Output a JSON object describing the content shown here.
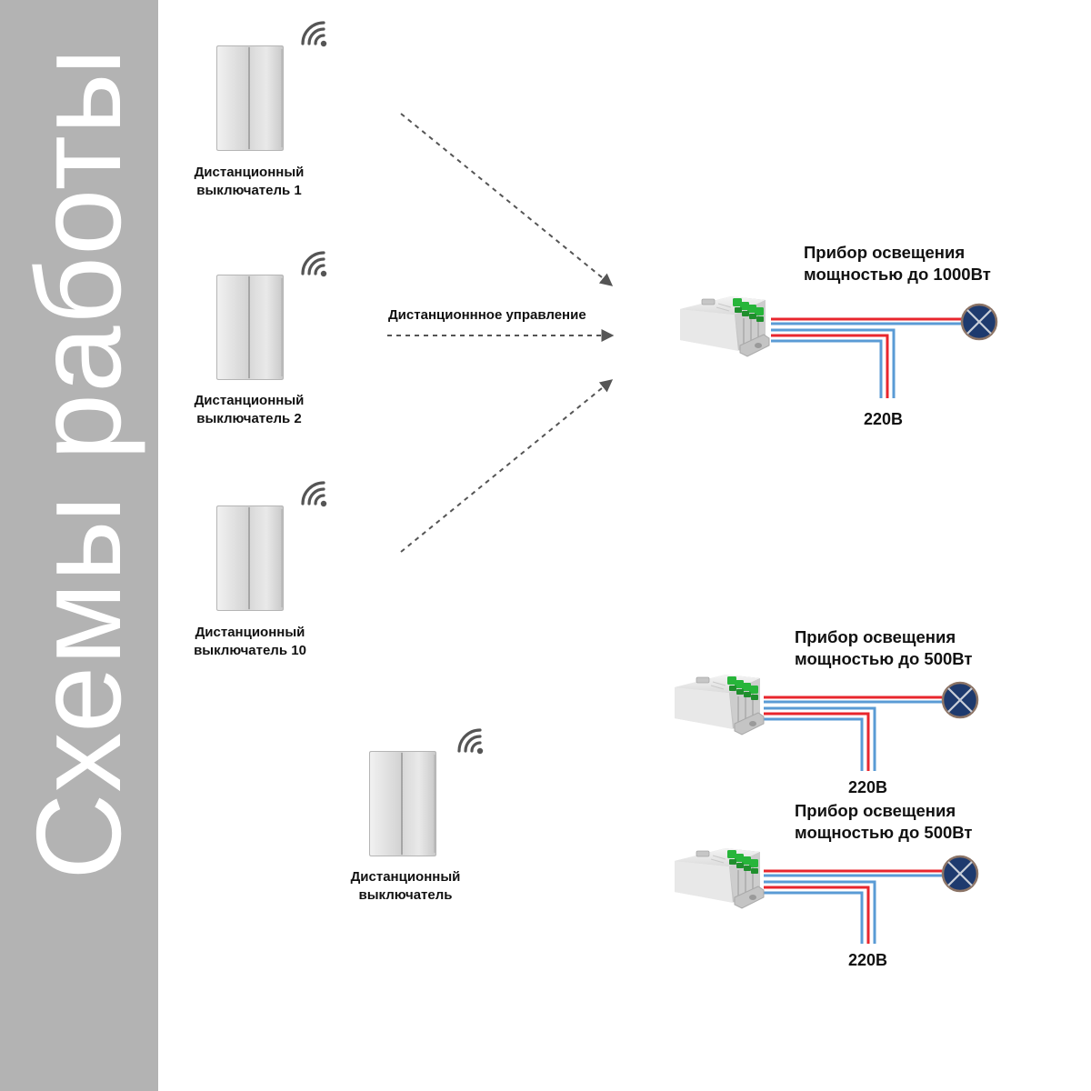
{
  "sidebar": {
    "title": "Схемы работы"
  },
  "switches": [
    {
      "label_line1": "Дистанционный",
      "label_line2": "выключатель 1"
    },
    {
      "label_line1": "Дистанционный",
      "label_line2": "выключатель 2"
    },
    {
      "label_line1": "Дистанционный",
      "label_line2": "выключатель 10"
    },
    {
      "label_line1": "Дистанционный",
      "label_line2": "выключатель"
    }
  ],
  "remote_control_label": "Дистанционнное управление",
  "loads": [
    {
      "line1": "Прибор освещения",
      "line2": "мощностью до 1000Вт",
      "voltage": "220В"
    },
    {
      "line1": "Прибор освещения",
      "line2": "мощностью до 500Вт",
      "voltage": "220В"
    },
    {
      "line1": "Прибор освещения",
      "line2": "мощностью до 500Вт",
      "voltage": "220В"
    }
  ],
  "colors": {
    "sidebar_bg": "#b3b3b3",
    "wire_red": "#e8262d",
    "wire_blue": "#5a9bd5",
    "lamp_fill": "#1e3a6e",
    "arrow": "#555555",
    "terminal_green": "#27b53a"
  },
  "icons": {
    "switch": "two-gang-wall-switch-icon",
    "wireless": "wireless-signal-icon",
    "relay": "relay-receiver-icon",
    "lamp": "lamp-icon"
  }
}
